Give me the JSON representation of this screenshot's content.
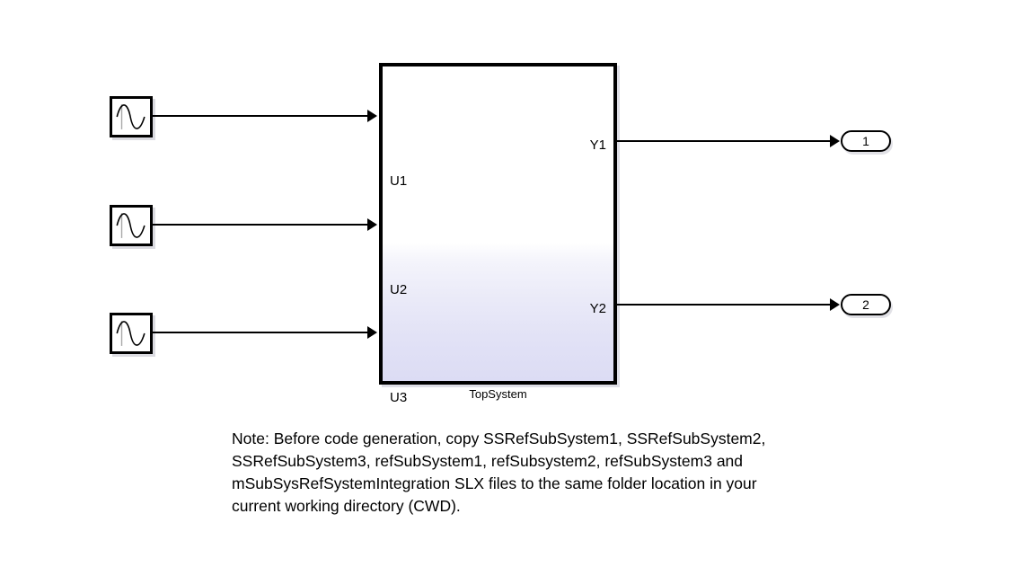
{
  "diagram": {
    "title": "TopSystem",
    "sources": [
      {
        "name": "sine-wave-1",
        "type": "sine-wave-icon"
      },
      {
        "name": "sine-wave-2",
        "type": "sine-wave-icon"
      },
      {
        "name": "sine-wave-3",
        "type": "sine-wave-icon"
      }
    ],
    "subsystem": {
      "caption": "TopSystem",
      "inputs": [
        {
          "label": "U1"
        },
        {
          "label": "U2"
        },
        {
          "label": "U3"
        }
      ],
      "outputs": [
        {
          "label": "Y1"
        },
        {
          "label": "Y2"
        }
      ]
    },
    "outports": [
      {
        "label": "1"
      },
      {
        "label": "2"
      }
    ],
    "note": {
      "lines": [
        "Note: Before code generation, copy SSRefSubSystem1, SSRefSubSystem2,",
        "SSRefSubSystem3, refSubSystem1, refSubsystem2, refSubSystem3 and",
        "mSubSysRefSystemIntegration SLX files to the same folder location in your",
        "current working directory (CWD)."
      ]
    },
    "colors": {
      "background": "#ffffff",
      "line": "#000000",
      "block_border": "#000000",
      "gradient_bottom": "#dcdcf4",
      "shadow": "#bebec8"
    }
  }
}
